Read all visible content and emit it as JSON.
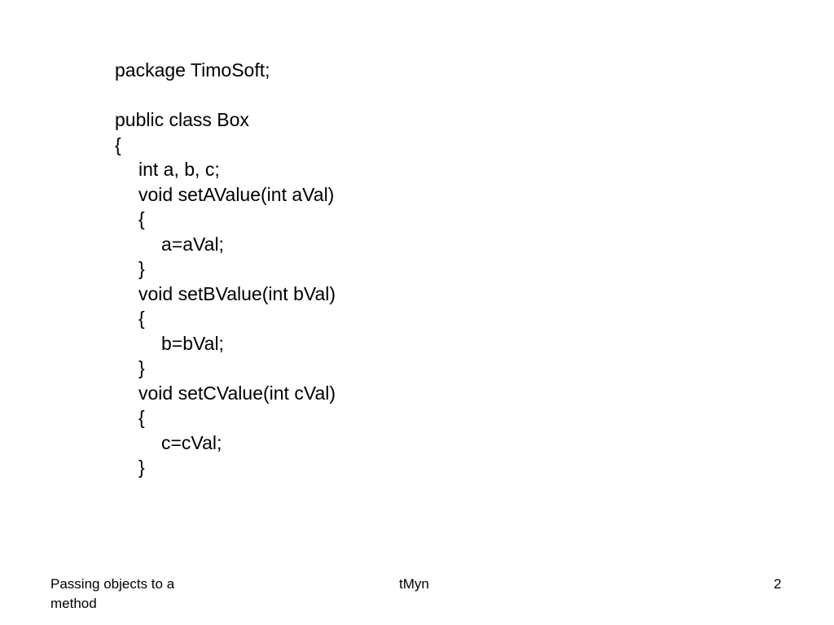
{
  "code": {
    "lines": [
      {
        "text": "package TimoSoft;",
        "indent": 0
      },
      {
        "text": "",
        "indent": 0
      },
      {
        "text": "public class Box",
        "indent": 0
      },
      {
        "text": "{",
        "indent": 0
      },
      {
        "text": "int a, b, c;",
        "indent": 1
      },
      {
        "text": "void setAValue(int aVal)",
        "indent": 1
      },
      {
        "text": "{",
        "indent": 1
      },
      {
        "text": "a=aVal;",
        "indent": 2
      },
      {
        "text": "}",
        "indent": 1
      },
      {
        "text": "void setBValue(int bVal)",
        "indent": 1
      },
      {
        "text": "{",
        "indent": 1
      },
      {
        "text": "b=bVal;",
        "indent": 2
      },
      {
        "text": "}",
        "indent": 1
      },
      {
        "text": "void setCValue(int cVal)",
        "indent": 1
      },
      {
        "text": "{",
        "indent": 1
      },
      {
        "text": "c=cVal;",
        "indent": 2
      },
      {
        "text": "}",
        "indent": 1
      }
    ]
  },
  "footer": {
    "left": "Passing objects to a method",
    "center": "tMyn",
    "page_number": "2"
  }
}
